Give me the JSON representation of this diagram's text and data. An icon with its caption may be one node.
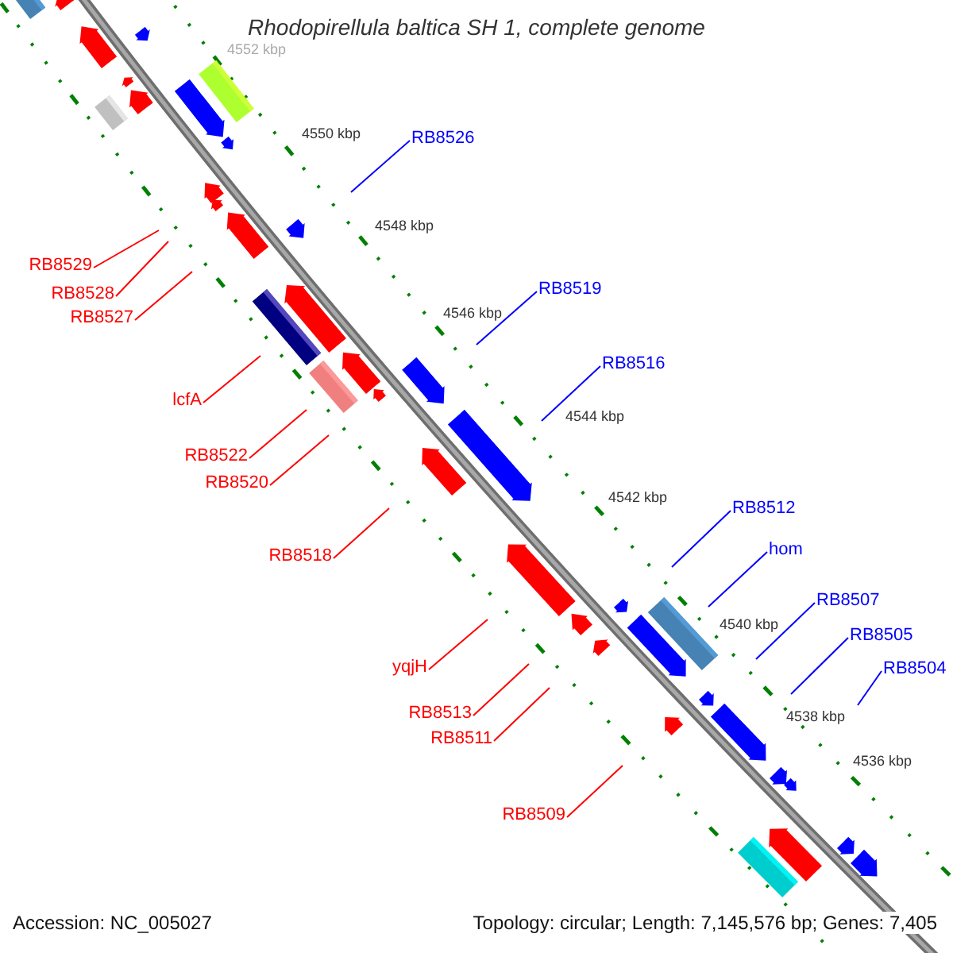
{
  "diagram": {
    "title": "Rhodopirellula baltica SH 1, complete genome",
    "nodes": [
      {
        "text": [
          "RB8526"
        ]
      },
      {
        "text": [
          "RB8529"
        ]
      },
      {
        "text": [
          "RB8519"
        ]
      },
      {
        "text": [
          "RB8528"
        ]
      },
      {
        "text": [
          "RB8527"
        ]
      },
      {
        "text": [
          "RB8516"
        ]
      },
      {
        "text": [
          "lcfA"
        ]
      },
      {
        "text": [
          "RB8522"
        ]
      },
      {
        "text": [
          "RB8520"
        ]
      },
      {
        "text": [
          "RB8512"
        ]
      },
      {
        "text": [
          "hom"
        ]
      },
      {
        "text": [
          "RB8518"
        ]
      },
      {
        "text": [
          "RB8507"
        ]
      },
      {
        "text": [
          "RB8505"
        ]
      },
      {
        "text": [
          "yqjH"
        ]
      },
      {
        "text": [
          "RB8504"
        ]
      },
      {
        "text": [
          "RB8513"
        ]
      },
      {
        "text": [
          "RB8511"
        ]
      },
      {
        "text": [
          "RB8509"
        ]
      }
    ],
    "edges": [
      {
        "from": 0,
        "to": null,
        "arrow": "none",
        "color": "#0000ff"
      },
      {
        "from": 1,
        "to": null,
        "arrow": "none"
      },
      {
        "from": 2,
        "to": null,
        "arrow": "none",
        "color": "#0000ff"
      },
      {
        "from": 3,
        "to": null,
        "arrow": "none"
      },
      {
        "from": 4,
        "to": null,
        "arrow": "none"
      },
      {
        "from": 5,
        "to": null,
        "arrow": "none",
        "color": "#0000ff"
      },
      {
        "from": 6,
        "to": null,
        "arrow": "none"
      },
      {
        "from": 7,
        "to": null,
        "arrow": "none"
      },
      {
        "from": 8,
        "to": null,
        "arrow": "none"
      },
      {
        "from": 9,
        "to": null,
        "arrow": "none",
        "color": "#0000ff"
      },
      {
        "from": 10,
        "to": null,
        "arrow": "none",
        "color": "#0000ff"
      },
      {
        "from": 11,
        "to": null,
        "arrow": "none"
      },
      {
        "from": 12,
        "to": null,
        "arrow": "none",
        "color": "#0000ff"
      },
      {
        "from": 13,
        "to": null,
        "arrow": "none",
        "color": "#0000ff"
      },
      {
        "from": 14,
        "to": null,
        "arrow": "none"
      },
      {
        "from": 15,
        "to": null,
        "arrow": "none",
        "color": "#0000ff"
      },
      {
        "from": 16,
        "to": null,
        "arrow": "none"
      },
      {
        "from": 17,
        "to": null,
        "arrow": "none"
      },
      {
        "from": 18,
        "to": null,
        "arrow": "none"
      }
    ],
    "labels": [
      "4552 kbp",
      "4550 kbp",
      "4548 kbp",
      "4546 kbp",
      "4544 kbp",
      "4542 kbp",
      "4540 kbp",
      "4538 kbp",
      "4536 kbp",
      "Accession: NC_005027",
      "Topology: circular; Length: 7,145,576 bp; Genes: 7,405"
    ]
  }
}
